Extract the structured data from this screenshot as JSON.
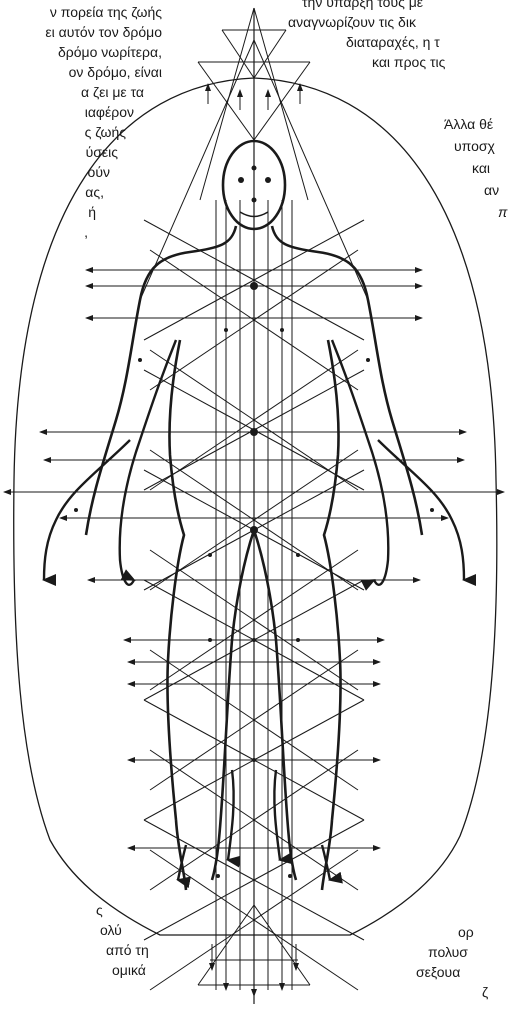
{
  "text_blocks": {
    "left_top": [
      "ν πορεία της ζωής",
      "ει αυτόν τον δρόμο",
      "δρόμο νωρίτερα,",
      "ον δρόμο, είναι",
      "α ζει με τα",
      "ιαφέρον",
      "ς ζωής",
      "ύσεις",
      "ούν",
      "ας,",
      "ή",
      ","
    ],
    "right_top": [
      "την ύπαρξη τους με",
      "αναγνωρίζουν τις δικ",
      "διαταραχές, η τ",
      "και προς τις"
    ],
    "right_mid": [
      "Άλλα θέ",
      "υποσχ",
      "και",
      "αν",
      "π"
    ],
    "left_bottom": [
      "ς",
      "ολύ",
      "από τη",
      "ομικά"
    ],
    "right_bottom": [
      "ορ",
      "πολυσ",
      "σεξουα",
      "ζ"
    ]
  },
  "figure": {
    "icon": "human-body-energy-lines-diagram",
    "line_color": "#1a1a1a"
  }
}
